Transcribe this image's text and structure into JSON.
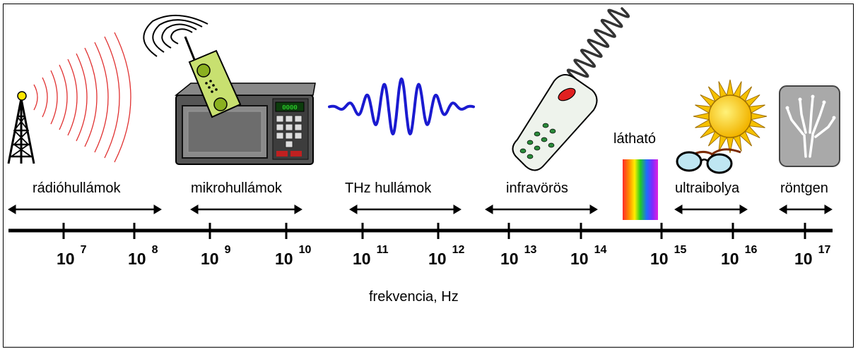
{
  "bands": [
    {
      "name": "rádióhullámok"
    },
    {
      "name": "mikrohullámok"
    },
    {
      "name": "THz hullámok"
    },
    {
      "name": "infravörös"
    },
    {
      "name": "látható"
    },
    {
      "name": "ultraibolya"
    },
    {
      "name": "röntgen"
    }
  ],
  "ticks": [
    {
      "base": "10",
      "exponent": "7"
    },
    {
      "base": "10",
      "exponent": "8"
    },
    {
      "base": "10",
      "exponent": "9"
    },
    {
      "base": "10",
      "exponent": "10"
    },
    {
      "base": "10",
      "exponent": "11"
    },
    {
      "base": "10",
      "exponent": "12"
    },
    {
      "base": "10",
      "exponent": "13"
    },
    {
      "base": "10",
      "exponent": "14"
    },
    {
      "base": "10",
      "exponent": "15"
    },
    {
      "base": "10",
      "exponent": "16"
    },
    {
      "base": "10",
      "exponent": "17"
    }
  ],
  "axis_label": "frekvencia, Hz",
  "microwave_display": "0000",
  "icons": [
    "radio-tower-icon",
    "microwave-oven-icon",
    "mobile-phone-icon",
    "thz-wave-icon",
    "remote-control-icon",
    "rainbow-spectrum-icon",
    "sun-icon",
    "sunglasses-icon",
    "xray-hand-icon"
  ]
}
